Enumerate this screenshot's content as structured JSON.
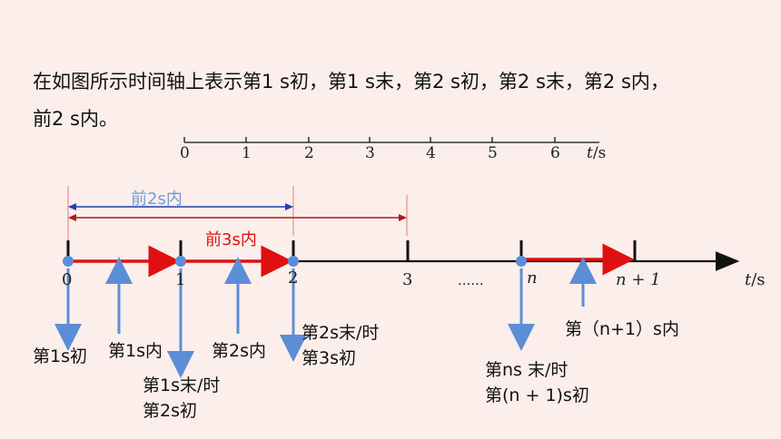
{
  "question": {
    "line1": "在如图所示时间轴上表示第1 s初，第1 s末，第2 s初，第2 s末，第2 s内，",
    "line2": "前2 s内。"
  },
  "top_axis": {
    "ticks": [
      "0",
      "1",
      "2",
      "3",
      "4",
      "5",
      "6"
    ],
    "unit_var": "t",
    "unit": "/s"
  },
  "main_axis": {
    "ticks": [
      "0",
      "1",
      "2",
      "3"
    ],
    "ellipsis": "......",
    "n_label": "n",
    "n1_label": "n + 1",
    "unit_var": "t",
    "unit": "/s"
  },
  "spans": {
    "first2": "前2s内",
    "first3": "前3s内"
  },
  "annotations": {
    "s1_start": "第1s初",
    "s1_in": "第1s内",
    "s1_end_a": "第1s末/时",
    "s1_end_b": "第2s初",
    "s2_in": "第2s内",
    "s2_end_a": "第2s末/时",
    "s2_end_b": "第3s初",
    "ns_end_a": "第ns 末/时",
    "ns_end_b": "第(n + 1)s初",
    "n1_in": "第（n+1）s内"
  },
  "colors": {
    "background": "#fbeeeb",
    "arrow_blue": "#5b8ed6",
    "red": "#e01010",
    "light_blue": "#6f9ddc",
    "axis": "#111111"
  }
}
